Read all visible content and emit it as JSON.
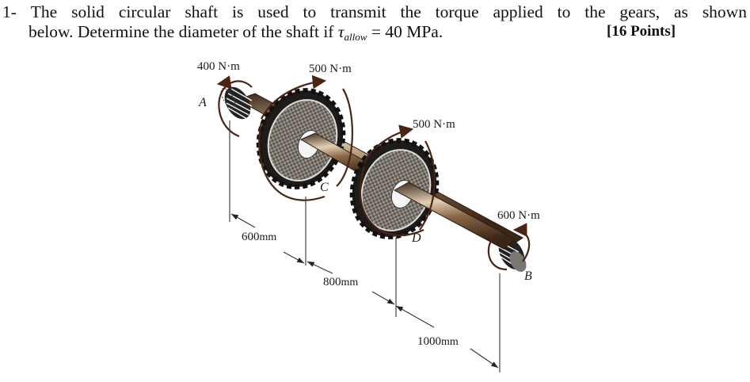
{
  "problem": {
    "number": "1-",
    "line1_words": [
      "The",
      "solid",
      "circular",
      "shaft",
      "is",
      "used",
      "to",
      "transmit",
      "the",
      "torque",
      "applied",
      "to",
      "the",
      "gears,",
      "as",
      "shown"
    ],
    "line2_prefix": "below. Determine the diameter of the shaft if",
    "tau_symbol": "τ",
    "tau_subscript": "allow",
    "line2_suffix": "= 40 MPa.",
    "points": "[16 Points]"
  },
  "diagram": {
    "torques": {
      "A": "400 N·m",
      "C": "500 N·m",
      "D": "500 N·m",
      "B": "600 N·m"
    },
    "points": {
      "A": "A",
      "B": "B",
      "C": "C",
      "D": "D"
    },
    "dimensions": {
      "AC": {
        "value": "600",
        "unit": "mm"
      },
      "CD": {
        "value": "800",
        "unit": "mm"
      },
      "DB": {
        "value": "1000",
        "unit": "mm"
      }
    },
    "colors": {
      "shaft": "#6b4a2e",
      "shaft_highlight": "#d8c2a4",
      "gear_dark": "#2a2624",
      "gear_face": "#8c857c",
      "arrow": "#4a2414",
      "dim_line": "#333333"
    }
  }
}
